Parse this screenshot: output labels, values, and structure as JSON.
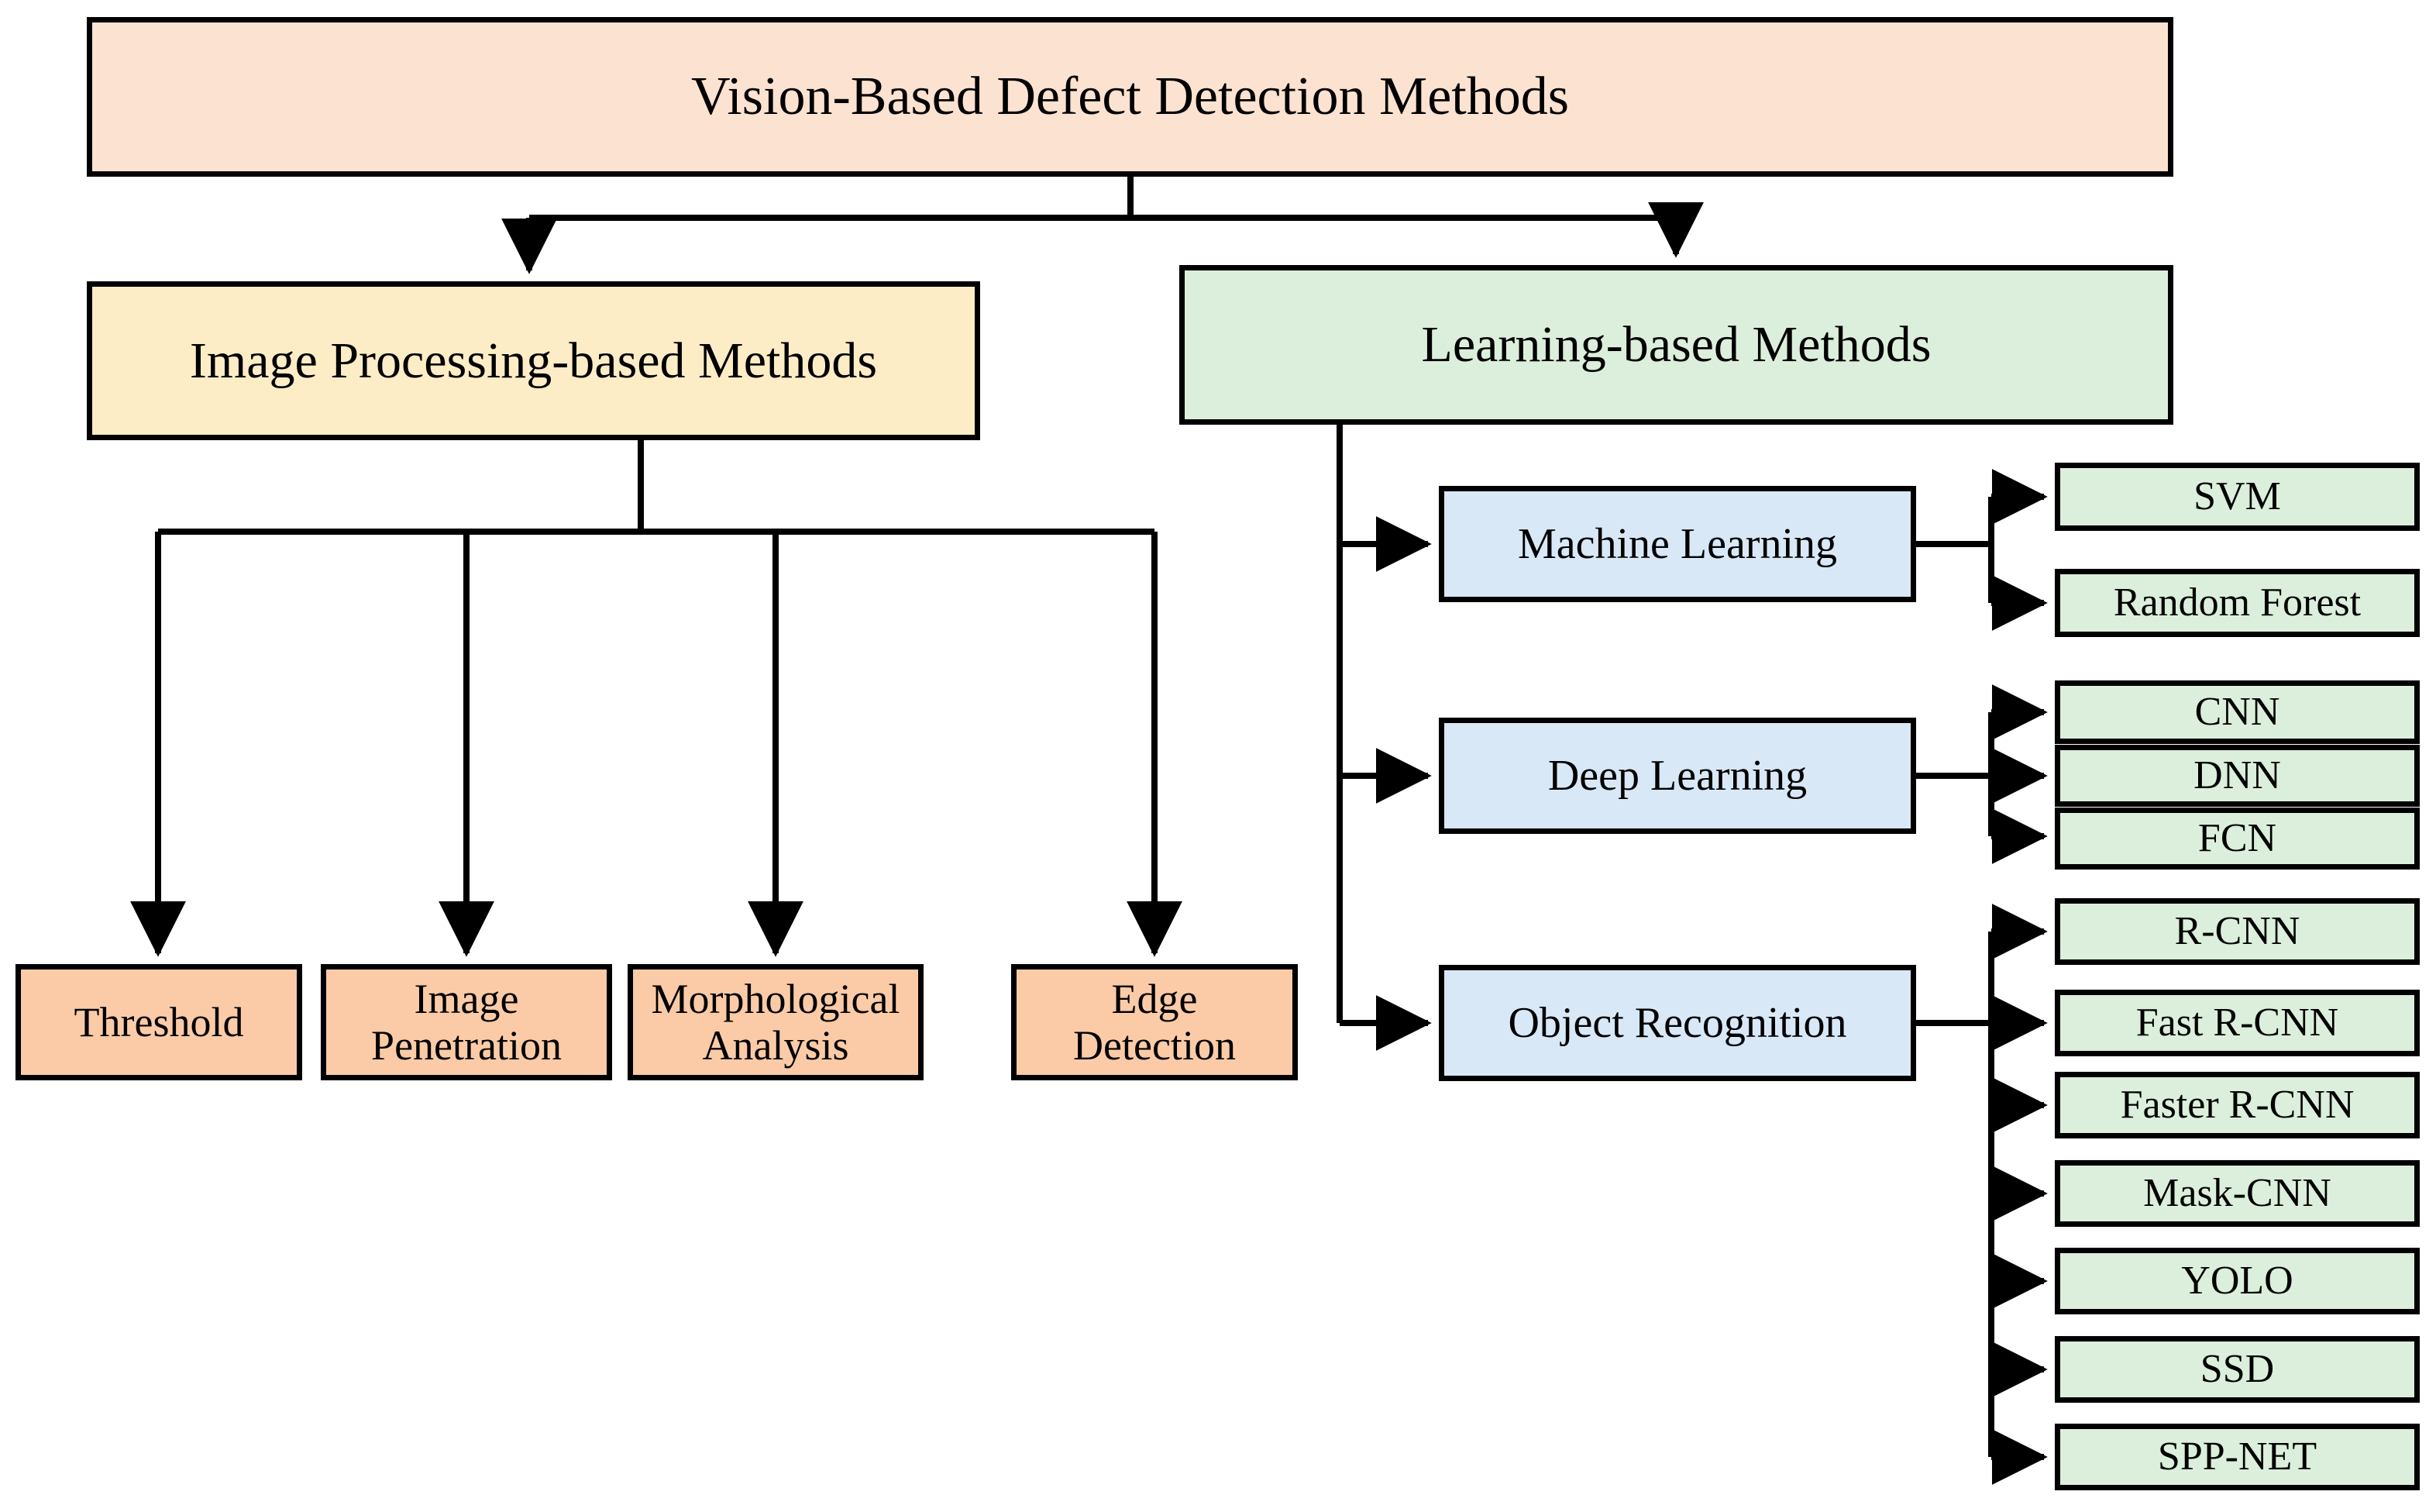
{
  "diagram": {
    "title": "Vision-Based Defect Detection Methods",
    "type": "hierarchy-tree",
    "colors": {
      "root_fill": "#FCE2D0",
      "image_processing_fill": "#FCEDC6",
      "learning_fill": "#DCEEDC",
      "leaf_orange_fill": "#FBCBA8",
      "mid_blue_fill": "#D9E8F7",
      "leaf_green_fill": "#DCEEDC",
      "stroke": "#000000",
      "background": "#FFFFFF"
    },
    "root": {
      "label": "Vision-Based Defect Detection Methods"
    },
    "branches": [
      {
        "id": "image-processing",
        "label": "Image Processing-based Methods"
      },
      {
        "id": "learning-based",
        "label": "Learning-based Methods"
      }
    ],
    "image_processing_children": [
      {
        "label": "Threshold"
      },
      {
        "label": "Image\nPenetration",
        "line1": "Image",
        "line2": "Penetration"
      },
      {
        "label": "Morphological\nAnalysis",
        "line1": "Morphological",
        "line2": "Analysis"
      },
      {
        "label": "Edge\nDetection",
        "line1": "Edge",
        "line2": "Detection"
      }
    ],
    "learning_children": [
      {
        "id": "machine-learning",
        "label": "Machine Learning",
        "children": [
          {
            "label": "SVM"
          },
          {
            "label": "Random Forest"
          }
        ]
      },
      {
        "id": "deep-learning",
        "label": "Deep Learning",
        "children": [
          {
            "label": "CNN"
          },
          {
            "label": "DNN"
          },
          {
            "label": "FCN"
          }
        ]
      },
      {
        "id": "object-recognition",
        "label": "Object Recognition",
        "children": [
          {
            "label": "R-CNN"
          },
          {
            "label": "Fast R-CNN"
          },
          {
            "label": "Faster R-CNN"
          },
          {
            "label": "Mask-CNN"
          },
          {
            "label": "YOLO"
          },
          {
            "label": "SSD"
          },
          {
            "label": "SPP-NET"
          }
        ]
      }
    ]
  }
}
